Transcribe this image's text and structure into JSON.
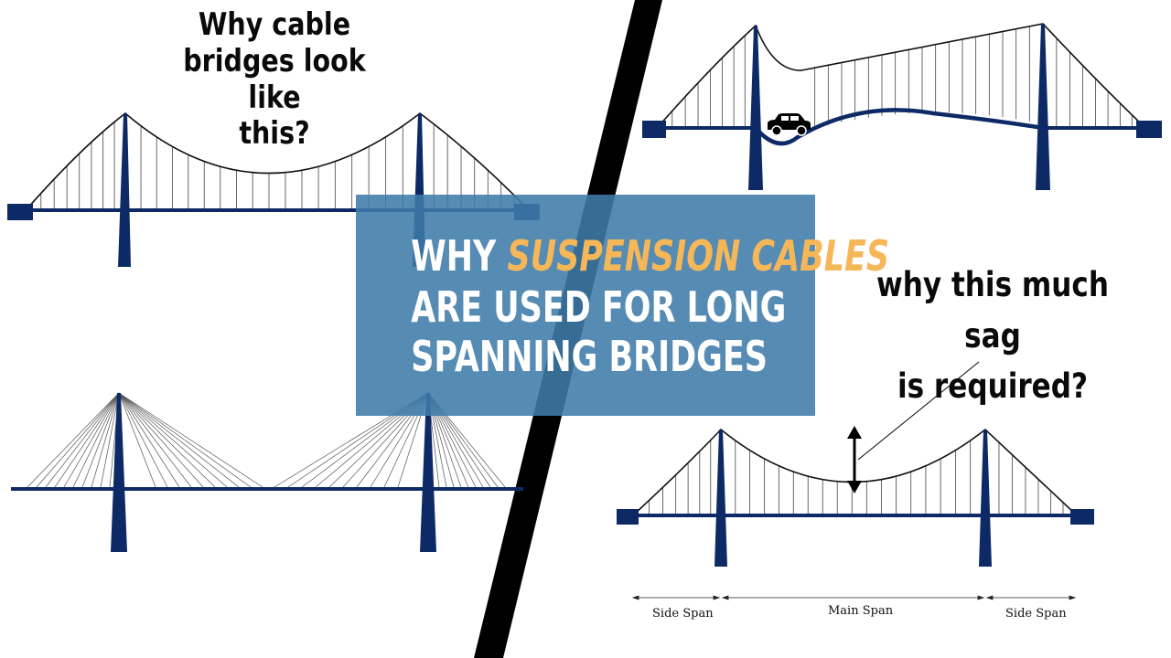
{
  "question_top": "Why cable bridges look like this?",
  "question_top_lines": [
    "Why cable",
    "bridges look like",
    "this?"
  ],
  "banner": {
    "line1_prefix": "WHY ",
    "line1_highlight": "SUSPENSION CABLES",
    "line2": "ARE USED FOR LONG",
    "line3": "SPANNING BRIDGES",
    "accent_color": "#f6b758",
    "background_color": "#3f7baa"
  },
  "question_sag_lines": [
    "why this much sag",
    "is required?"
  ],
  "span_labels": {
    "side_left": "Side Span",
    "main": "Main Span",
    "side_right": "Side Span"
  },
  "colors": {
    "bridge": "#0d2a66",
    "cable": "#111111",
    "divider": "#000000"
  },
  "icons": [
    "car-icon",
    "sag-arrow-icon"
  ]
}
